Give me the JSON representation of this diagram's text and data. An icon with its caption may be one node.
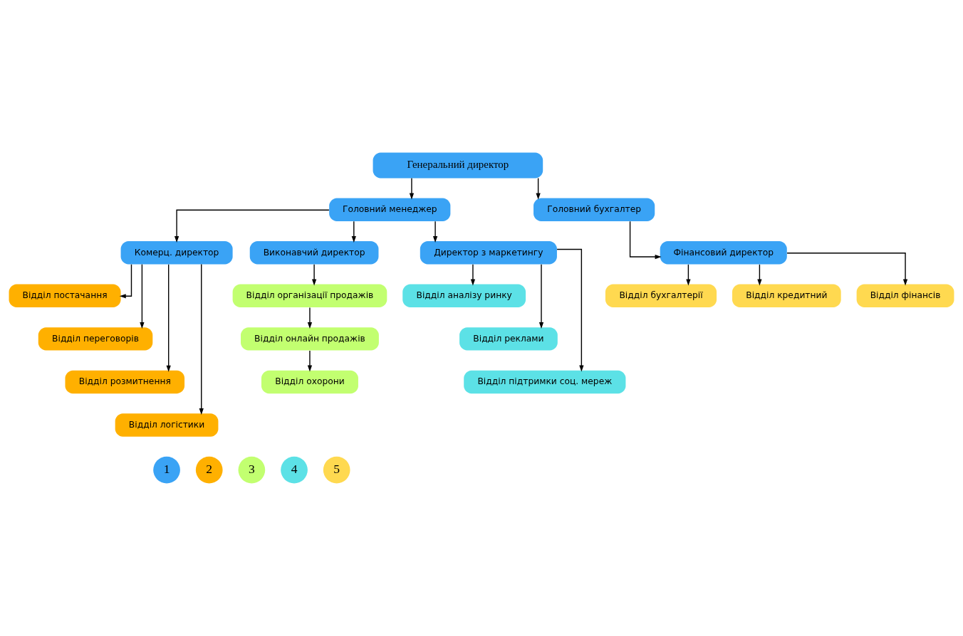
{
  "diagram": {
    "nodes": [
      {
        "text": [
          "Генеральний директор"
        ]
      },
      {
        "text": [
          "Головний менеджер"
        ]
      },
      {
        "text": [
          "Головний бухгалтер"
        ]
      },
      {
        "text": [
          "Комерц. директор"
        ]
      },
      {
        "text": [
          "Виконавчий директор"
        ]
      },
      {
        "text": [
          "Директор з маркетингу"
        ]
      },
      {
        "text": [
          "Фінансовий директор"
        ]
      },
      {
        "text": [
          "Відділ постачання"
        ]
      },
      {
        "text": [
          "Відділ переговорів"
        ]
      },
      {
        "text": [
          "Відділ розмитнення"
        ]
      },
      {
        "text": [
          "Відділ логістики"
        ]
      },
      {
        "text": [
          "Відділ організації продажів"
        ]
      },
      {
        "text": [
          "Відділ онлайн продажів"
        ]
      },
      {
        "text": [
          "Відділ охорони"
        ]
      },
      {
        "text": [
          "Відділ аналізу ринку"
        ]
      },
      {
        "text": [
          "Відділ реклами"
        ]
      },
      {
        "text": [
          "Відділ підтримки соц. мереж"
        ]
      },
      {
        "text": [
          "Відділ бухгалтерії"
        ]
      },
      {
        "text": [
          "Відділ кредитний"
        ]
      },
      {
        "text": [
          "Відділ фінансів"
        ]
      }
    ],
    "edges": [
      {
        "from": 0,
        "to": 1,
        "arrow": "to"
      },
      {
        "from": 0,
        "to": 2,
        "arrow": "to"
      },
      {
        "from": 1,
        "to": 3,
        "arrow": "to"
      },
      {
        "from": 1,
        "to": 4,
        "arrow": "to"
      },
      {
        "from": 1,
        "to": 5,
        "arrow": "to"
      },
      {
        "from": 2,
        "to": 6,
        "arrow": "to"
      },
      {
        "from": 3,
        "to": 7,
        "arrow": "to"
      },
      {
        "from": 3,
        "to": 8,
        "arrow": "to"
      },
      {
        "from": 3,
        "to": 9,
        "arrow": "to"
      },
      {
        "from": 3,
        "to": 10,
        "arrow": "to"
      },
      {
        "from": 4,
        "to": 11,
        "arrow": "to"
      },
      {
        "from": 11,
        "to": 12,
        "arrow": "to"
      },
      {
        "from": 12,
        "to": 13,
        "arrow": "to"
      },
      {
        "from": 5,
        "to": 14,
        "arrow": "to"
      },
      {
        "from": 5,
        "to": 15,
        "arrow": "to"
      },
      {
        "from": 5,
        "to": 16,
        "arrow": "to"
      },
      {
        "from": 6,
        "to": 17,
        "arrow": "to"
      },
      {
        "from": 6,
        "to": 18,
        "arrow": "to"
      },
      {
        "from": 6,
        "to": 19,
        "arrow": "to"
      }
    ],
    "legend": [
      {
        "text": "1",
        "color": "#3aa3f5"
      },
      {
        "text": "2",
        "color": "#ffb000"
      },
      {
        "text": "3",
        "color": "#c2ff70"
      },
      {
        "text": "4",
        "color": "#5ce1e6"
      },
      {
        "text": "5",
        "color": "#ffd950"
      }
    ]
  }
}
